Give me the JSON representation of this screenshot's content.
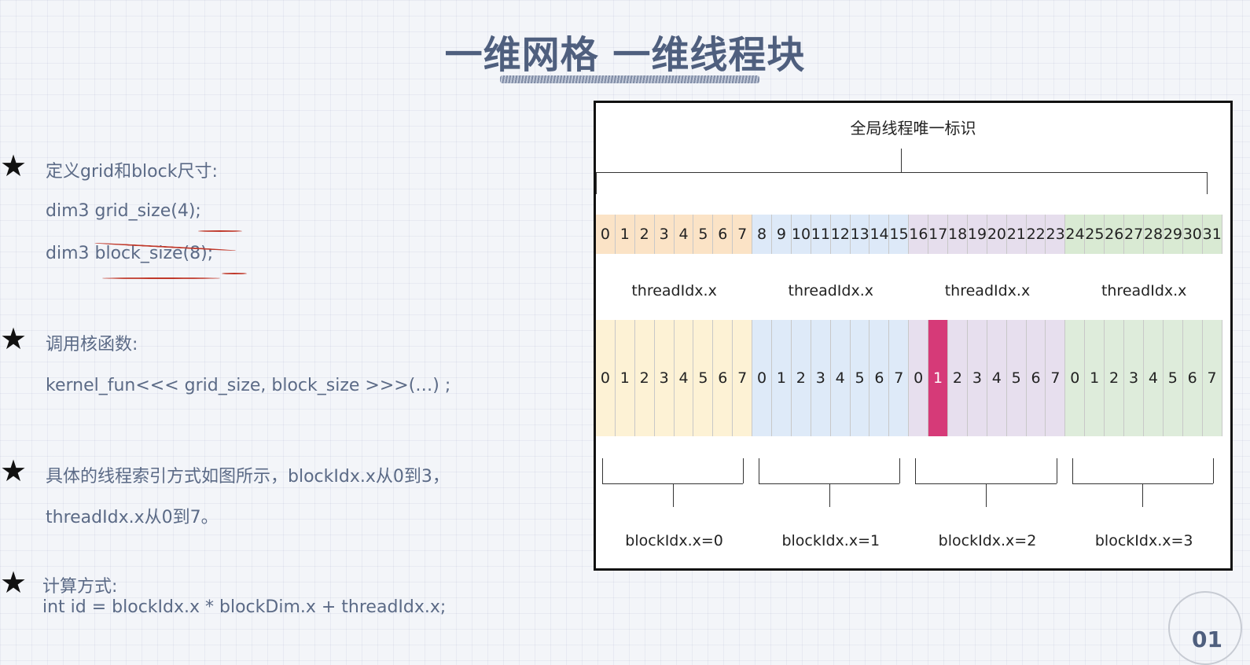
{
  "title": "一维网格 一维线程块",
  "left": {
    "section1_heading": "定义grid和block尺寸:",
    "section1_line1": "dim3 grid_size(4);",
    "section1_line2": "dim3 block_size(8);",
    "section2_heading": "调用核函数:",
    "section2_line1": "kernel_fun<<< grid_size, block_size >>>(…) ;",
    "section3_line1": "具体的线程索引方式如图所示，blockIdx.x从0到3，",
    "section3_line2": "threadIdx.x从0到7。",
    "section4_heading": "计算方式:",
    "section4_line1": "int id = blockIdx.x * blockDim.x + threadIdx.x;"
  },
  "diagram": {
    "top_label": "全局线程唯一标识",
    "global_ids": [
      "0",
      "1",
      "2",
      "3",
      "4",
      "5",
      "6",
      "7",
      "8",
      "9",
      "10",
      "11",
      "12",
      "13",
      "14",
      "15",
      "16",
      "17",
      "18",
      "19",
      "20",
      "21",
      "22",
      "23",
      "24",
      "25",
      "26",
      "27",
      "28",
      "29",
      "30",
      "31"
    ],
    "thread_label": "threadIdx.x",
    "local_ids": [
      "0",
      "1",
      "2",
      "3",
      "4",
      "5",
      "6",
      "7"
    ],
    "highlight": {
      "block": 2,
      "thread": 1
    },
    "blocks": [
      {
        "label": "blockIdx.x=0",
        "fill": "#fdf2d5",
        "top_fill": "#fbe3c6"
      },
      {
        "label": "blockIdx.x=1",
        "fill": "#deeaf8",
        "top_fill": "#dde9f8"
      },
      {
        "label": "blockIdx.x=2",
        "fill": "#e7dfee",
        "top_fill": "#e6deed"
      },
      {
        "label": "blockIdx.x=3",
        "fill": "#deecdb",
        "top_fill": "#d9ead3"
      }
    ],
    "highlight_color": "#d63a78"
  },
  "page_number": "01"
}
